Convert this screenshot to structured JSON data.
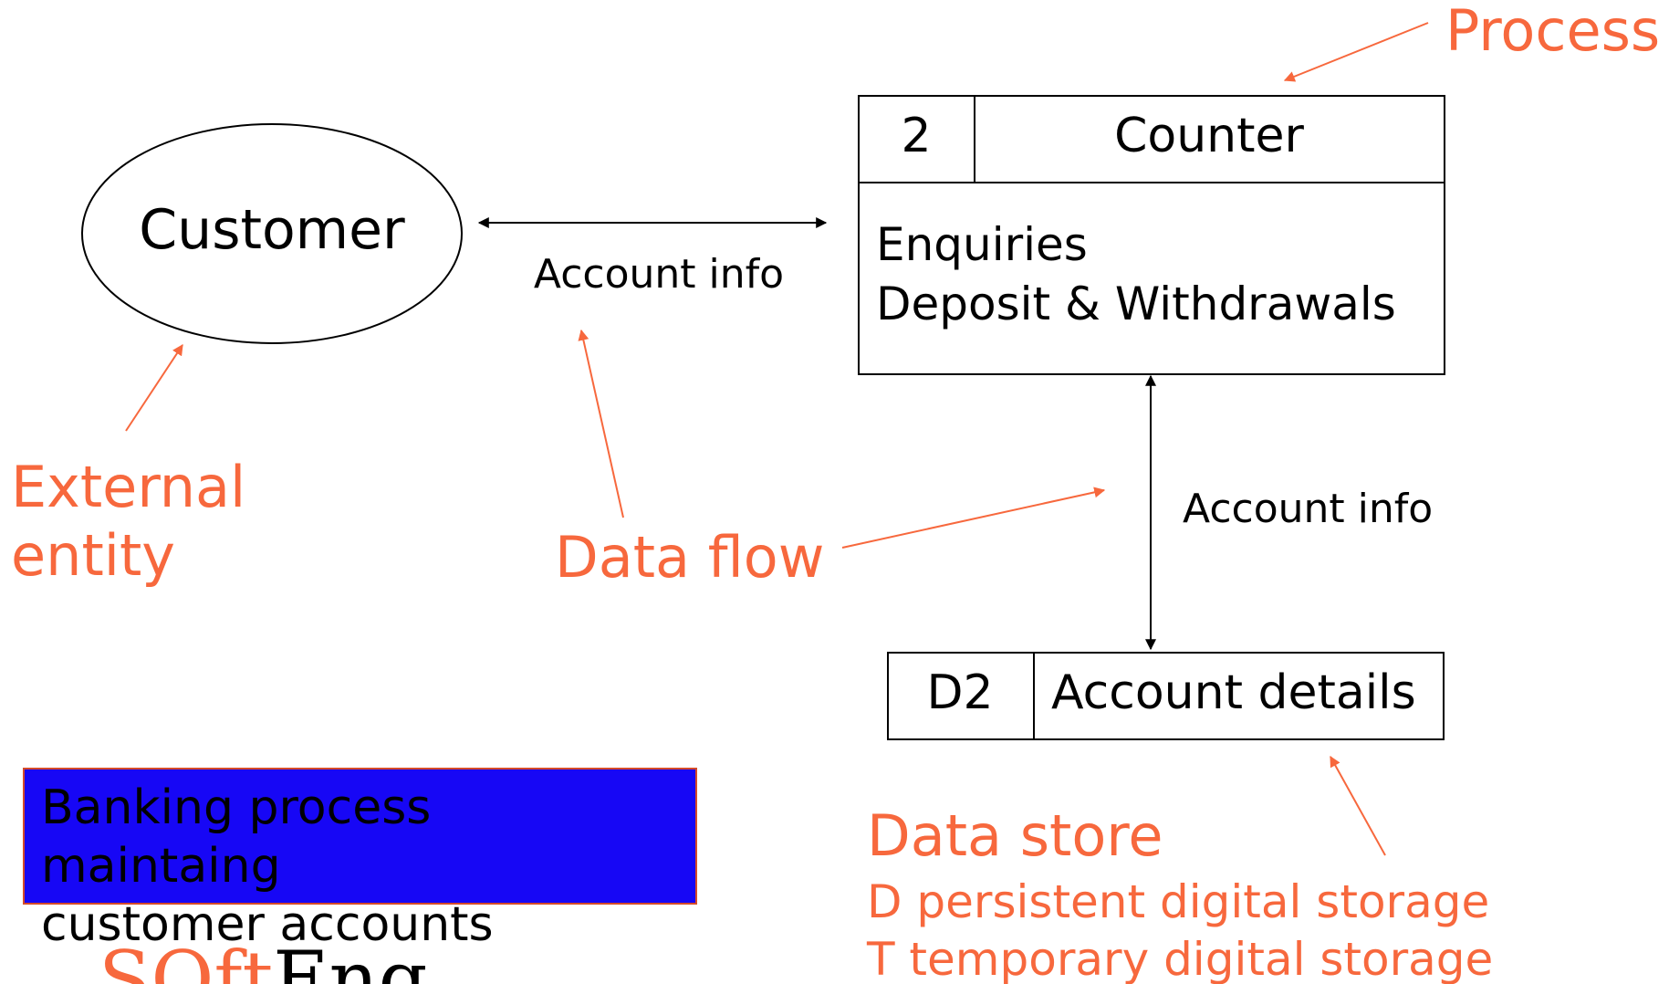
{
  "entity": {
    "name": "Customer"
  },
  "process": {
    "number": "2",
    "title": "Counter",
    "lines": [
      "Enquiries",
      "Deposit & Withdrawals"
    ]
  },
  "store": {
    "id": "D2",
    "name": "Account details"
  },
  "flows": {
    "customer_counter": "Account info",
    "counter_store": "Account info"
  },
  "annotations": {
    "process": "Process",
    "external_entity": [
      "External",
      "entity"
    ],
    "data_flow": "Data flow",
    "data_store": "Data store",
    "store_types": [
      "D persistent digital storage",
      "T temporary digital storage"
    ]
  },
  "caption": {
    "lines": [
      "Banking process maintaing",
      "customer accounts"
    ]
  },
  "logo": {
    "part1": "SOft",
    "part2": "Eng"
  },
  "colors": {
    "annotation": "#f7683d",
    "caption_bg": "#1707f5",
    "line": "#000000"
  }
}
